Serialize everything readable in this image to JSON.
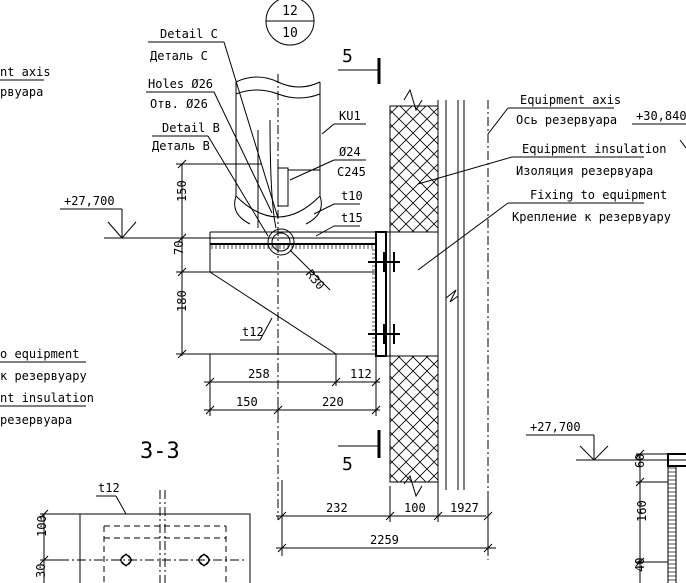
{
  "sheet_ref": {
    "top": "12",
    "bottom": "10"
  },
  "section_mark": "5",
  "section_view_title": "3-3",
  "callouts": {
    "detail_c_en": "Detail C",
    "detail_c_ru": "Деталь С",
    "holes_en": "Holes Ø26",
    "holes_ru": "Отв. Ø26",
    "detail_b_en": "Detail B",
    "detail_b_ru": "Деталь В",
    "ku1": "KU1",
    "dia24": "Ø24",
    "c245": "C245",
    "t10": "t10",
    "t15": "t15",
    "r30": "R30",
    "t12": "t12",
    "t12_plan": "t12"
  },
  "equipment": {
    "axis_en": "Equipment axis",
    "axis_ru": "Ось резервуара",
    "insulation_en": "Equipment insulation",
    "insulation_ru": "Изоляция резервуара",
    "fixing_en": "Fixing to equipment",
    "fixing_ru": "Крепление к резервуару"
  },
  "left_cutoff": {
    "axis_en": "nt axis",
    "axis_ru": "рвуара",
    "fixing_en": "o equipment",
    "fixing_ru": "к резервуару",
    "insulation_en": "nt insulation",
    "insulation_ru": "резервуара"
  },
  "elevations": {
    "left": "+27,700",
    "top_right": "+30,840",
    "lower_right": "+27,700"
  },
  "dimensions": {
    "v150": "150",
    "v70": "70",
    "v180": "180",
    "d258": "258",
    "d112": "112",
    "d150": "150",
    "d220": "220",
    "d232": "232",
    "d100": "100",
    "d1927": "1927",
    "d2259": "2259",
    "plan_v100": "100",
    "plan_v30": "30",
    "right_v60": "60",
    "right_v160": "160",
    "right_v40": "40"
  }
}
